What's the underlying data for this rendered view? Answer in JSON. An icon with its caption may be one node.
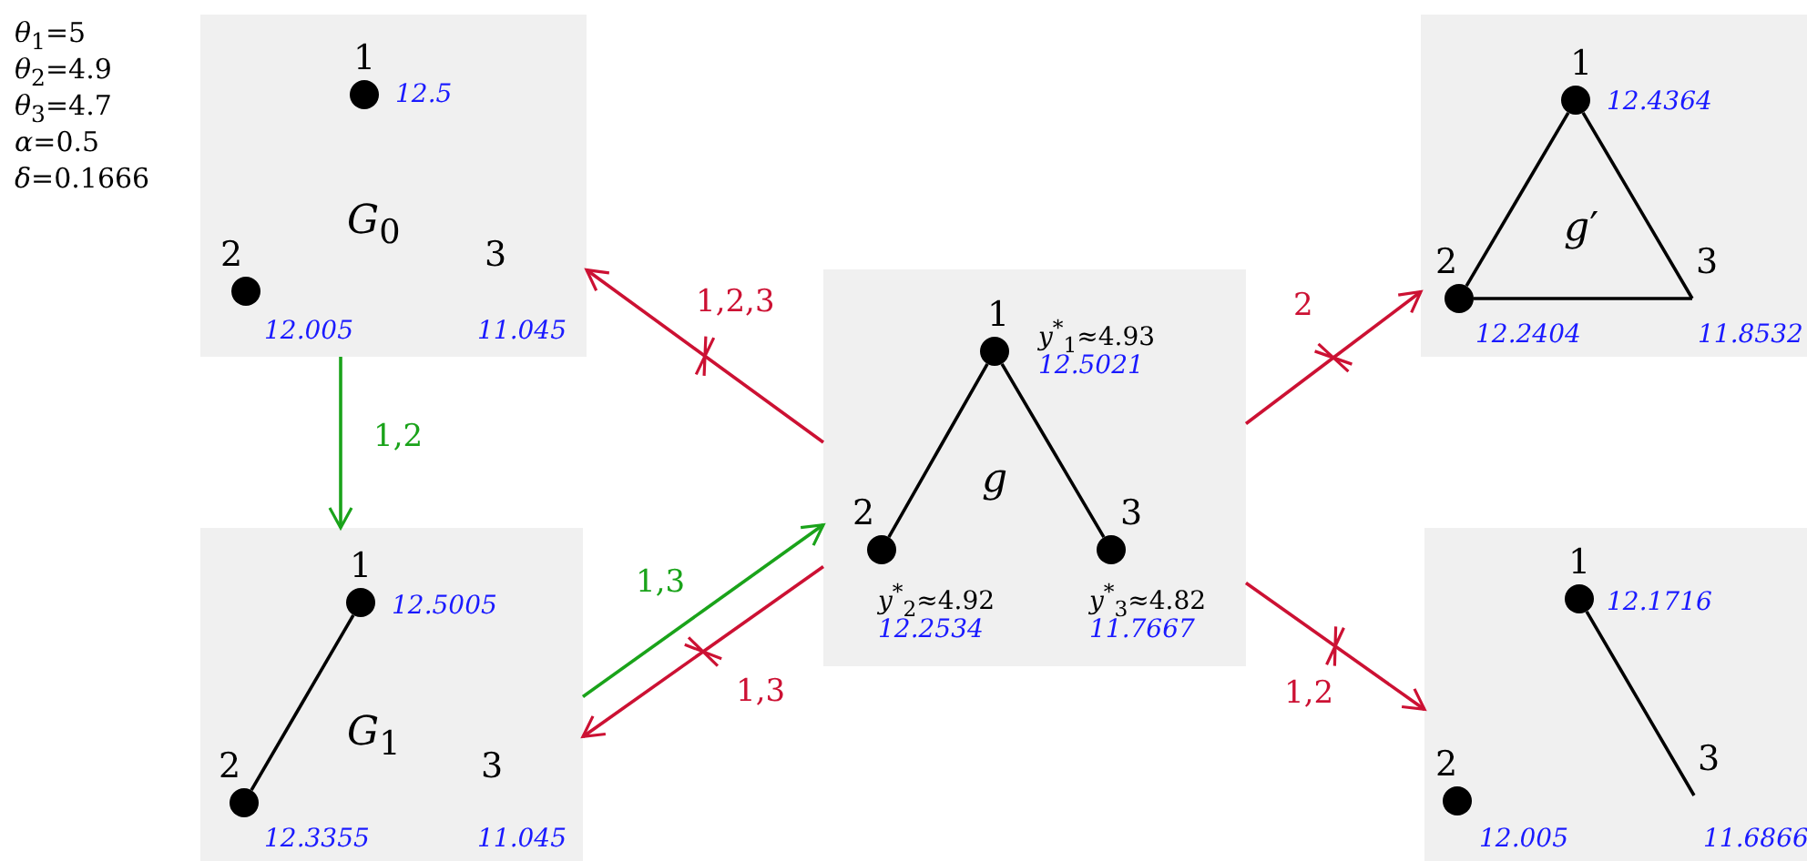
{
  "diagram": {
    "nodes": [
      {
        "text": [
          "*G*$_{0}$"
        ]
      },
      {
        "text": [
          "1"
        ],
        "in": 0,
        "beside": [
          "12.5"
        ]
      },
      {
        "text": [
          "2"
        ],
        "in": 0,
        "beside": [
          "12.005"
        ]
      },
      {
        "text": [
          "3"
        ],
        "in": 0,
        "beside": [
          "11.045"
        ]
      },
      {
        "text": [
          "*G*$_{1}$"
        ]
      },
      {
        "text": [
          "1"
        ],
        "in": 4,
        "beside": [
          "12.5005"
        ]
      },
      {
        "text": [
          "2"
        ],
        "in": 4,
        "beside": [
          "12.3355"
        ]
      },
      {
        "text": [
          "3"
        ],
        "in": 4,
        "beside": [
          "11.045"
        ]
      },
      {
        "text": [
          "*g*"
        ]
      },
      {
        "text": [
          "1"
        ],
        "in": 8,
        "beside": [
          "*y*$^{*}$$_{1}$≈4.93",
          "12.5021"
        ]
      },
      {
        "text": [
          "2"
        ],
        "in": 8,
        "beside": [
          "*y*$^{*}$$_{2}$≈4.92",
          "12.2534"
        ]
      },
      {
        "text": [
          "3"
        ],
        "in": 8,
        "beside": [
          "*y*$^{*}$$_{3}$≈4.82",
          "11.7667"
        ]
      },
      {
        "text": [
          "*g*′"
        ]
      },
      {
        "text": [
          "1"
        ],
        "in": 12,
        "beside": [
          "12.4364"
        ]
      },
      {
        "text": [
          "2"
        ],
        "in": 12,
        "beside": [
          "12.2404"
        ]
      },
      {
        "text": [
          "3"
        ],
        "in": 12,
        "beside": [
          "11.8532"
        ]
      },
      {
        "text": [],
        "shape": "box"
      },
      {
        "text": [
          "1"
        ],
        "in": 16,
        "beside": [
          "12.1716"
        ]
      },
      {
        "text": [
          "2"
        ],
        "in": 16,
        "beside": [
          "12.005"
        ]
      },
      {
        "text": [
          "3"
        ],
        "in": 16,
        "beside": [
          "11.6866"
        ]
      }
    ],
    "edges": [
      {
        "from": 5,
        "to": 6,
        "arrow": "none"
      },
      {
        "from": 9,
        "to": 10,
        "arrow": "none"
      },
      {
        "from": 9,
        "to": 11,
        "arrow": "none"
      },
      {
        "from": 13,
        "to": 14,
        "arrow": "none"
      },
      {
        "from": 13,
        "to": 15,
        "arrow": "none"
      },
      {
        "from": 14,
        "to": 15,
        "arrow": "none"
      },
      {
        "from": 17,
        "to": 19,
        "arrow": "none"
      },
      {
        "from": 0,
        "to": 4,
        "arrow": "to",
        "label": "1,2",
        "color": "#1aa31a"
      },
      {
        "from": 8,
        "to": 0,
        "arrow": "to",
        "label": "1,2,3",
        "color": "#cc1133"
      },
      {
        "from": 4,
        "to": 8,
        "arrow": "to",
        "label": "1,3",
        "color": "#1aa31a"
      },
      {
        "from": 8,
        "to": 4,
        "arrow": "to",
        "label": "1,3",
        "color": "#cc1133"
      },
      {
        "from": 8,
        "to": 12,
        "arrow": "to",
        "label": "2",
        "color": "#cc1133"
      },
      {
        "from": 8,
        "to": 16,
        "arrow": "to",
        "label": "1,2",
        "color": "#cc1133"
      }
    ],
    "labels": [
      "*θ*$_{1}$=5",
      "*θ*$_{2}$=4.9",
      "*θ*$_{3}$=4.7",
      "*α*=0.5",
      "*δ*=0.1666"
    ]
  }
}
